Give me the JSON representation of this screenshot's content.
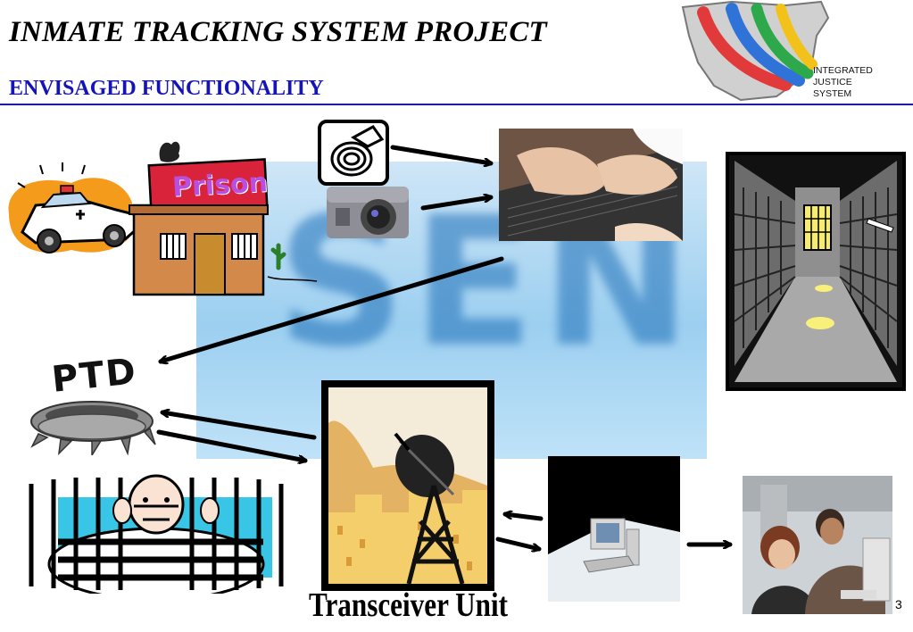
{
  "slide": {
    "title": "INMATE TRACKING SYSTEM PROJECT",
    "subtitle": "ENVISAGED FUNCTIONALITY",
    "page_number": "3"
  },
  "logo": {
    "line1": "INTEGRATED",
    "line2": "JUSTICE",
    "line3": "SYSTEM"
  },
  "labels": {
    "prison_sign": "Prison",
    "ptd": "PTD",
    "transceiver": "Transceiver Unit",
    "send_background": "SEND"
  },
  "colors": {
    "title_text": "#000000",
    "subtitle_text": "#1414b8",
    "header_rule": "#1a1aa8"
  }
}
